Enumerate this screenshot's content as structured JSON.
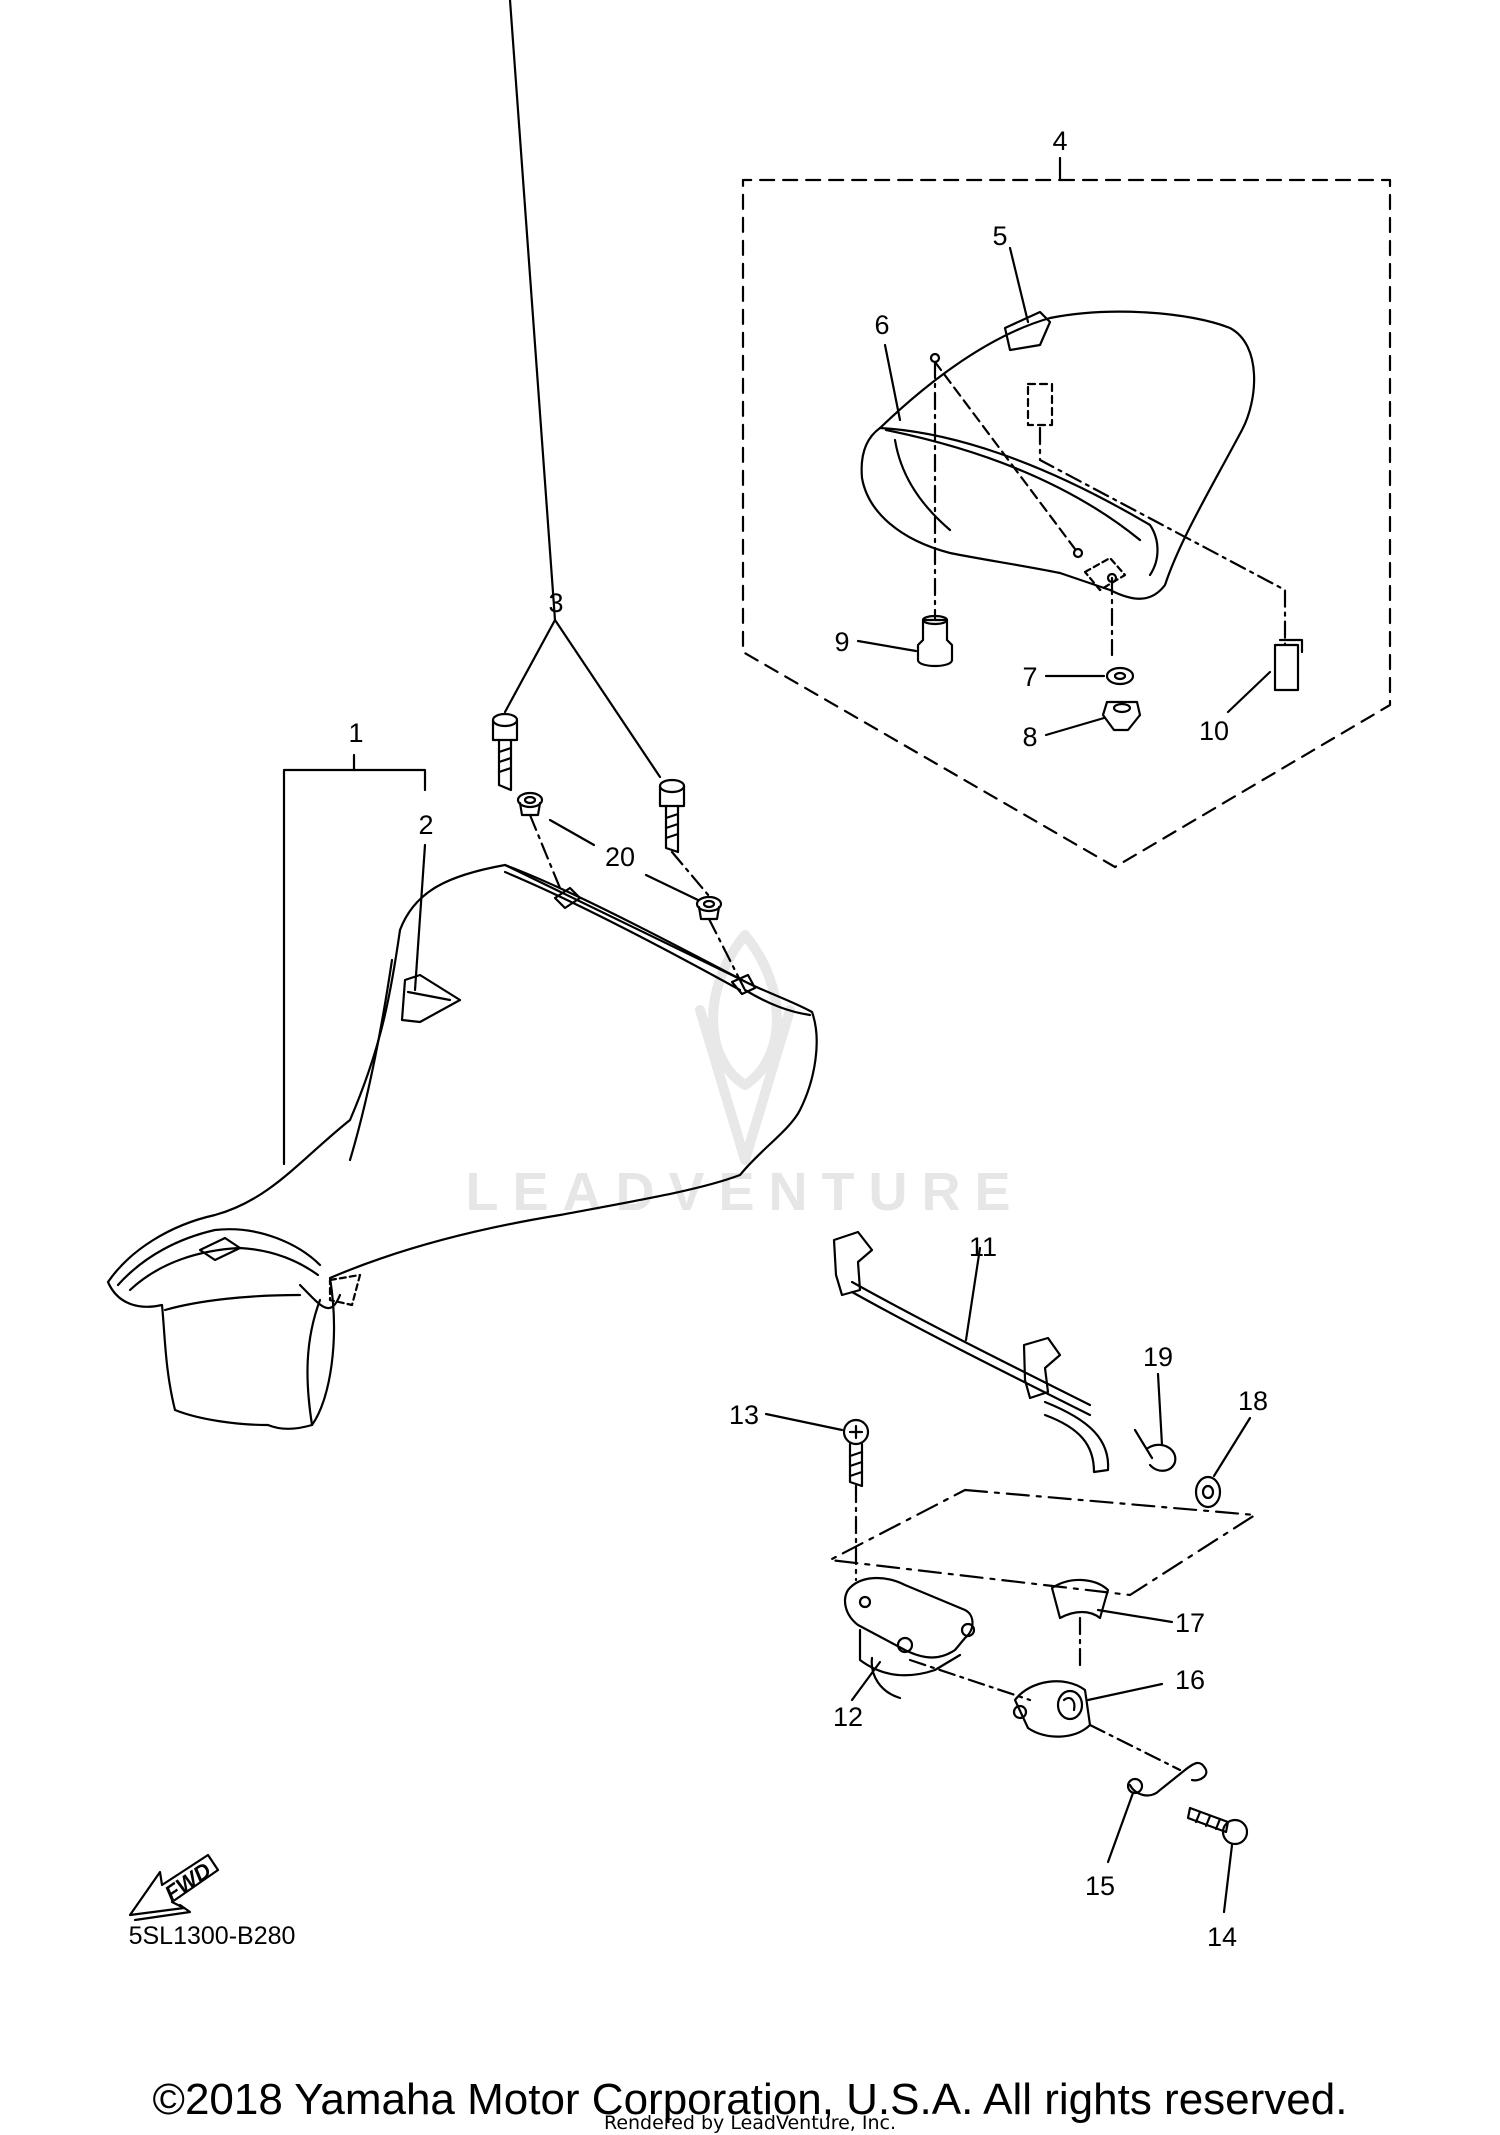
{
  "diagram": {
    "callouts": [
      "1",
      "2",
      "3",
      "4",
      "5",
      "6",
      "7",
      "8",
      "9",
      "10",
      "11",
      "12",
      "13",
      "14",
      "15",
      "16",
      "17",
      "18",
      "19",
      "20"
    ],
    "reference_code": "5SL1300-B280",
    "fwd_label": "FWD",
    "watermark": "LEADVENTURE",
    "watermark_logo": "leadventure-logo-icon"
  },
  "footer": {
    "copyright": "©2018 Yamaha Motor Corporation, U.S.A. All rights reserved.",
    "rendered_by": "Rendered by LeadVenture, Inc."
  },
  "colors": {
    "line": "#000000",
    "watermark": "#e6e6e6",
    "background": "#ffffff"
  }
}
